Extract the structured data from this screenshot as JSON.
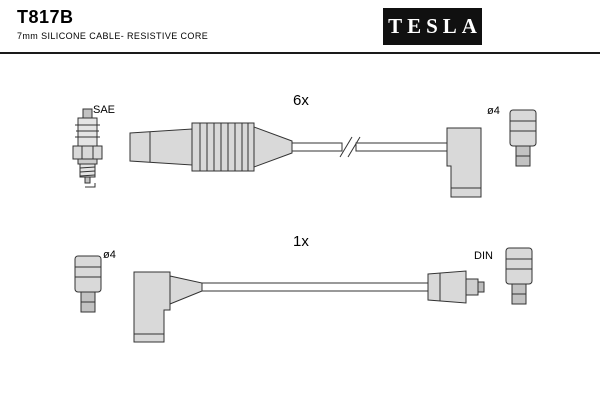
{
  "header": {
    "part_number": "T817B",
    "subtitle": "7mm SILICONE CABLE- RESISTIVE CORE",
    "brand_logo_text": "TESLA"
  },
  "diagram": {
    "spark_plug_connector_label": "SAE",
    "top_cable": {
      "quantity": "6x",
      "terminal_diameter": "ø4"
    },
    "bottom_cable": {
      "quantity": "1x",
      "terminal_diameter": "ø4",
      "connector_type": "DIN"
    }
  },
  "colors": {
    "background": "#ffffff",
    "logo_background": "#101010",
    "logo_text": "#ffffff",
    "line_art_stroke": "#333333",
    "fill_light": "#d9d9d9",
    "fill_mid": "#c2c2c2",
    "text": "#000000"
  }
}
